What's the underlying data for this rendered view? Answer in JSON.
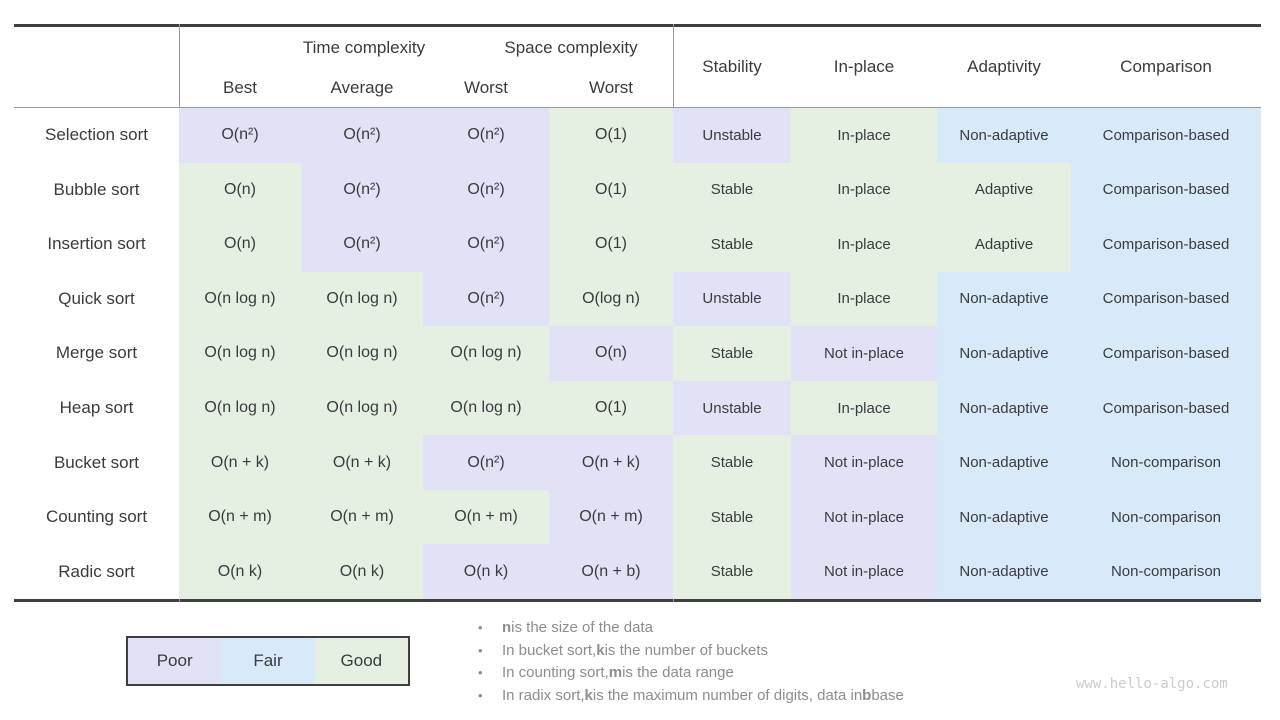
{
  "chart_data": {
    "type": "table",
    "header": {
      "time_group": "Time complexity",
      "space_group": "Space complexity",
      "sub_columns": [
        "Best",
        "Average",
        "Worst",
        "Worst"
      ],
      "attribute_columns": [
        "Stability",
        "In-place",
        "Adaptivity",
        "Comparison"
      ]
    },
    "grade_scale": [
      "Poor",
      "Fair",
      "Good"
    ],
    "rows": [
      {
        "label": "Selection sort",
        "cells": [
          {
            "text": "O(n²)",
            "grade": "poor"
          },
          {
            "text": "O(n²)",
            "grade": "poor"
          },
          {
            "text": "O(n²)",
            "grade": "poor"
          },
          {
            "text": "O(1)",
            "grade": "good"
          },
          {
            "text": "Unstable",
            "grade": "poor"
          },
          {
            "text": "In-place",
            "grade": "good"
          },
          {
            "text": "Non-adaptive",
            "grade": "fair"
          },
          {
            "text": "Comparison-based",
            "grade": "fair"
          }
        ]
      },
      {
        "label": "Bubble sort",
        "cells": [
          {
            "text": "O(n)",
            "grade": "good"
          },
          {
            "text": "O(n²)",
            "grade": "poor"
          },
          {
            "text": "O(n²)",
            "grade": "poor"
          },
          {
            "text": "O(1)",
            "grade": "good"
          },
          {
            "text": "Stable",
            "grade": "good"
          },
          {
            "text": "In-place",
            "grade": "good"
          },
          {
            "text": "Adaptive",
            "grade": "good"
          },
          {
            "text": "Comparison-based",
            "grade": "fair"
          }
        ]
      },
      {
        "label": "Insertion sort",
        "cells": [
          {
            "text": "O(n)",
            "grade": "good"
          },
          {
            "text": "O(n²)",
            "grade": "poor"
          },
          {
            "text": "O(n²)",
            "grade": "poor"
          },
          {
            "text": "O(1)",
            "grade": "good"
          },
          {
            "text": "Stable",
            "grade": "good"
          },
          {
            "text": "In-place",
            "grade": "good"
          },
          {
            "text": "Adaptive",
            "grade": "good"
          },
          {
            "text": "Comparison-based",
            "grade": "fair"
          }
        ]
      },
      {
        "label": "Quick sort",
        "cells": [
          {
            "text": "O(n log n)",
            "grade": "good"
          },
          {
            "text": "O(n log n)",
            "grade": "good"
          },
          {
            "text": "O(n²)",
            "grade": "poor"
          },
          {
            "text": "O(log n)",
            "grade": "good"
          },
          {
            "text": "Unstable",
            "grade": "poor"
          },
          {
            "text": "In-place",
            "grade": "good"
          },
          {
            "text": "Non-adaptive",
            "grade": "fair"
          },
          {
            "text": "Comparison-based",
            "grade": "fair"
          }
        ]
      },
      {
        "label": "Merge sort",
        "cells": [
          {
            "text": "O(n log n)",
            "grade": "good"
          },
          {
            "text": "O(n log n)",
            "grade": "good"
          },
          {
            "text": "O(n log n)",
            "grade": "good"
          },
          {
            "text": "O(n)",
            "grade": "poor"
          },
          {
            "text": "Stable",
            "grade": "good"
          },
          {
            "text": "Not in-place",
            "grade": "poor"
          },
          {
            "text": "Non-adaptive",
            "grade": "fair"
          },
          {
            "text": "Comparison-based",
            "grade": "fair"
          }
        ]
      },
      {
        "label": "Heap sort",
        "cells": [
          {
            "text": "O(n log n)",
            "grade": "good"
          },
          {
            "text": "O(n log n)",
            "grade": "good"
          },
          {
            "text": "O(n log n)",
            "grade": "good"
          },
          {
            "text": "O(1)",
            "grade": "good"
          },
          {
            "text": "Unstable",
            "grade": "poor"
          },
          {
            "text": "In-place",
            "grade": "good"
          },
          {
            "text": "Non-adaptive",
            "grade": "fair"
          },
          {
            "text": "Comparison-based",
            "grade": "fair"
          }
        ]
      },
      {
        "label": "Bucket sort",
        "cells": [
          {
            "text": "O(n + k)",
            "grade": "good"
          },
          {
            "text": "O(n + k)",
            "grade": "good"
          },
          {
            "text": "O(n²)",
            "grade": "poor"
          },
          {
            "text": "O(n + k)",
            "grade": "poor"
          },
          {
            "text": "Stable",
            "grade": "good"
          },
          {
            "text": "Not in-place",
            "grade": "poor"
          },
          {
            "text": "Non-adaptive",
            "grade": "fair"
          },
          {
            "text": "Non-comparison",
            "grade": "fair"
          }
        ]
      },
      {
        "label": "Counting sort",
        "cells": [
          {
            "text": "O(n + m)",
            "grade": "good"
          },
          {
            "text": "O(n + m)",
            "grade": "good"
          },
          {
            "text": "O(n + m)",
            "grade": "good"
          },
          {
            "text": "O(n + m)",
            "grade": "poor"
          },
          {
            "text": "Stable",
            "grade": "good"
          },
          {
            "text": "Not in-place",
            "grade": "poor"
          },
          {
            "text": "Non-adaptive",
            "grade": "fair"
          },
          {
            "text": "Non-comparison",
            "grade": "fair"
          }
        ]
      },
      {
        "label": "Radic sort",
        "cells": [
          {
            "text": "O(n k)",
            "grade": "good"
          },
          {
            "text": "O(n k)",
            "grade": "good"
          },
          {
            "text": "O(n k)",
            "grade": "poor"
          },
          {
            "text": "O(n + b)",
            "grade": "poor"
          },
          {
            "text": "Stable",
            "grade": "good"
          },
          {
            "text": "Not in-place",
            "grade": "poor"
          },
          {
            "text": "Non-adaptive",
            "grade": "fair"
          },
          {
            "text": "Non-comparison",
            "grade": "fair"
          }
        ]
      }
    ]
  },
  "legend": {
    "items": [
      {
        "label": "Poor",
        "grade": "poor"
      },
      {
        "label": "Fair",
        "grade": "fair"
      },
      {
        "label": "Good",
        "grade": "good"
      }
    ]
  },
  "notes": {
    "bullet": "•",
    "items": [
      [
        {
          "t": "n",
          "b": true
        },
        {
          "t": " is the size of the data",
          "b": false
        }
      ],
      [
        {
          "t": "In bucket sort, ",
          "b": false
        },
        {
          "t": "k",
          "b": true
        },
        {
          "t": " is the number of buckets",
          "b": false
        }
      ],
      [
        {
          "t": "In counting sort, ",
          "b": false
        },
        {
          "t": "m",
          "b": true
        },
        {
          "t": " is the data range",
          "b": false
        }
      ],
      [
        {
          "t": "In radix sort, ",
          "b": false
        },
        {
          "t": "k",
          "b": true
        },
        {
          "t": " is the maximum number of digits, data in ",
          "b": false
        },
        {
          "t": "b",
          "b": true
        },
        {
          "t": " base",
          "b": false
        }
      ]
    ]
  },
  "watermark": "www.hello-algo.com",
  "colors": {
    "poor": "#e2e2f7",
    "fair": "#d8eaf9",
    "good": "#e5f0e2",
    "border_strong": "#3f3f42",
    "line": "#9a9aa0",
    "text": "#3b3b3f",
    "note": "#8d8d8d",
    "watermark": "#cbcbcb"
  }
}
